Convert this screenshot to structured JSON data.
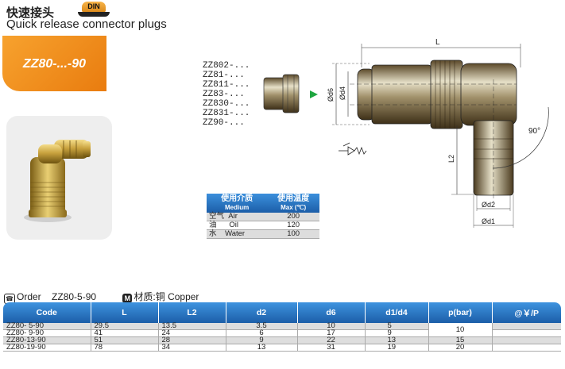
{
  "header": {
    "title_cn": "快速接头",
    "badge": "DIN",
    "title_en": "Quick release connector plugs",
    "model": "ZZ80-...-90"
  },
  "part_codes": [
    "ZZ802-...",
    "ZZ81-...",
    "ZZ811-...",
    "ZZ83-...",
    "ZZ830-...",
    "ZZ831-...",
    "ZZ90-..."
  ],
  "drawing_labels": {
    "L": "L",
    "d6": "Ød6",
    "d4": "Ød4",
    "L2": "L2",
    "angle": "90°",
    "d2": "Ød2",
    "d1": "Ød1"
  },
  "medium_table": {
    "col1": "使用介质",
    "col1_sub": "Medium",
    "col2": "使用温度",
    "col2_sub": "Max (℃)",
    "rows": [
      {
        "cn": "空气",
        "en": "Air",
        "temp": "200"
      },
      {
        "cn": "油",
        "en": "Oil",
        "temp": "120"
      },
      {
        "cn": "水",
        "en": "Water",
        "temp": "100"
      }
    ]
  },
  "order": {
    "label": "Order",
    "example": "ZZ80-5-90",
    "material_icon": "M",
    "material": "材质:铜  Copper"
  },
  "spec_table": {
    "headers": [
      "Code",
      "L",
      "L2",
      "d2",
      "d6",
      "d1/d4",
      "p(bar)",
      "@￥/P"
    ],
    "rows": [
      {
        "code": "ZZ80- 5-90",
        "L": "29.5",
        "L2": "13.5",
        "d2": "3.5",
        "d6": "10",
        "d1d4": "5"
      },
      {
        "code": "ZZ80- 9-90",
        "L": "41",
        "L2": "24",
        "d2": "6",
        "d6": "17",
        "d1d4": "9"
      },
      {
        "code": "ZZ80-13-90",
        "L": "51",
        "L2": "28",
        "d2": "9",
        "d6": "22",
        "d1d4": "13"
      },
      {
        "code": "ZZ80-19-90",
        "L": "78",
        "L2": "34",
        "d2": "13",
        "d6": "31",
        "d1d4": "19"
      }
    ],
    "pressure": [
      "10",
      "15",
      "20"
    ]
  }
}
